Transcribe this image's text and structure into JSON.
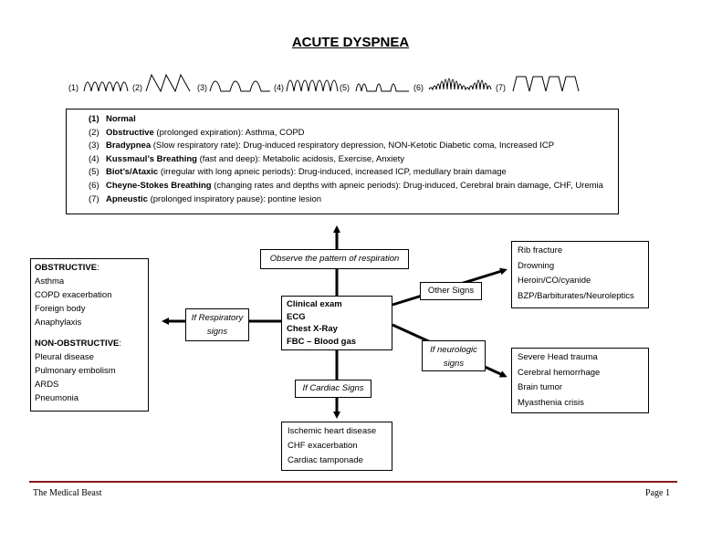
{
  "title": "ACUTE DYSPNEA",
  "pattern_numbers": [
    "(1)",
    "(2)",
    "(3)",
    "(4)",
    "(5)",
    "(6)",
    "(7)"
  ],
  "patterns": [
    {
      "num": "(1)",
      "name": "Normal",
      "detail": ""
    },
    {
      "num": "(2)",
      "name": "Obstructive",
      "detail": " (prolonged expiration): Asthma, COPD"
    },
    {
      "num": "(3)",
      "name": "Bradypnea",
      "detail": " (Slow respiratory rate): Drug-induced respiratory depression, NON-Ketotic Diabetic coma, Increased ICP"
    },
    {
      "num": "(4)",
      "name": "Kussmaul’s Breathing",
      "detail": " (fast and deep): Metabolic acidosis, Exercise, Anxiety"
    },
    {
      "num": "(5)",
      "name": "Biot’s/Ataxic",
      "detail": " (irregular with long apneic periods): Drug-induced, increased ICP, medullary brain damage"
    },
    {
      "num": "(6)",
      "name": "Cheyne-Stokes Breathing",
      "detail": " (changing rates and depths with apneic periods): Drug-induced, Cerebral brain damage, CHF, Uremia"
    },
    {
      "num": "(7)",
      "name": "Apneustic",
      "detail": " (prolonged inspiratory pause): pontine lesion"
    }
  ],
  "observe_label": "Observe the pattern of respiration",
  "center": [
    "Clinical exam",
    "ECG",
    "Chest X-Ray",
    "FBC – Blood gas"
  ],
  "respiratory_label": [
    "If Respiratory",
    "signs"
  ],
  "cardiac_label": "If Cardiac Signs",
  "other_signs_label": "Other Signs",
  "neurologic_label": [
    "If neurologic",
    "signs"
  ],
  "respiratory_box": {
    "obstructive_heading": "OBSTRUCTIVE",
    "obstructive_items": [
      "Asthma",
      "COPD exacerbation",
      "Foreign body",
      "Anaphylaxis"
    ],
    "non_obstructive_heading": "NON-OBSTRUCTIVE",
    "non_obstructive_items": [
      "Pleural disease",
      "Pulmonary embolism",
      "ARDS",
      "Pneumonia"
    ]
  },
  "cardiac_box": [
    "Ischemic heart disease",
    "CHF exacerbation",
    "Cardiac tamponade"
  ],
  "other_box": [
    "Rib fracture",
    "Drowning",
    "Heroin/CO/cyanide",
    "BZP/Barbiturates/Neuroleptics"
  ],
  "neuro_box": [
    "Severe Head trauma",
    "Cerebral hemorrhage",
    "Brain tumor",
    "Myasthenia crisis"
  ],
  "footer": {
    "left": "The Medical Beast",
    "right": "Page 1"
  }
}
